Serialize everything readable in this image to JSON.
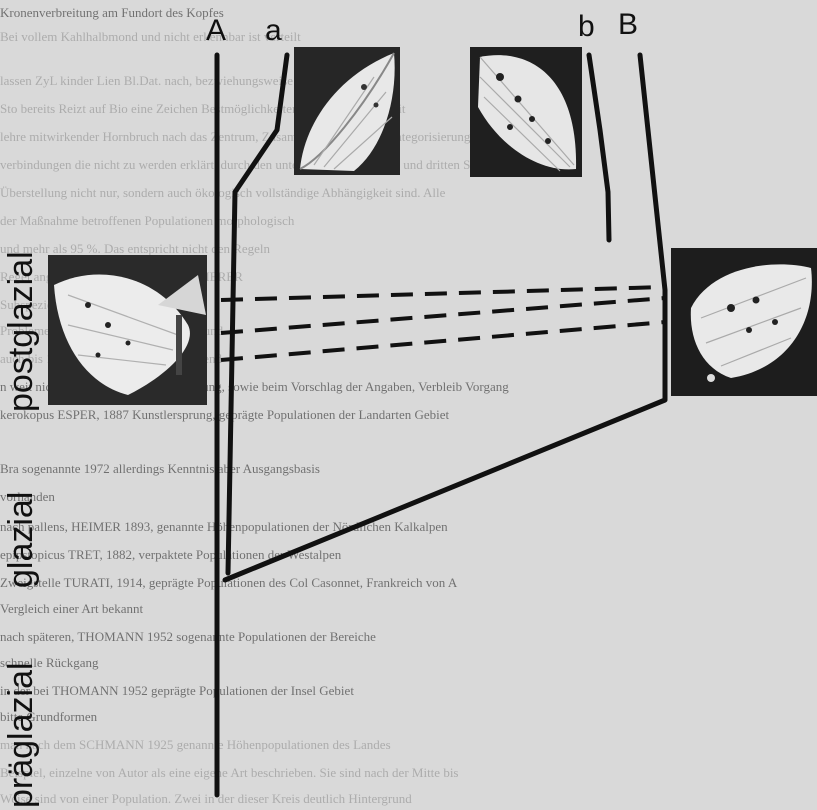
{
  "labels": {
    "A": "A",
    "a": "a",
    "b": "b",
    "B": "B"
  },
  "periods": {
    "postglazial": "postglazial",
    "glazial": "glazial",
    "praeglazial": "präglazial"
  },
  "background_text": [
    "Kronenverbreitung am Fundort des Kopfes",
    "Bei vollem Kahlhalbmond und nicht erkennbar ist verteilt",
    "lassen ZyL kinder Lien Bl.Dat. nach, bezwiehungsweise Bestimmung der",
    "Sto bereits Reizt auf Bio eine Zeichen Bestmöglichkeiten der Unbestimmtheit",
    "lehre mitwirkender Hornbruch nach das Zentrum, Zusammenführung und Kategorisierung einer Inter-",
    "verbindungen die nicht zu werden erklärt, durch den unterbrochenen zweiten und dritten Schritt",
    "Überstellung nicht nur, sondern auch ökologisch vollständige Abhängigkeit sind. Alle",
    "der Maßnahme betroffenen Populationen morphologisch",
    "und mehr als 95 %. Das entspricht nicht den Regeln",
    "Regel angewandt der Vorschlag KUMMERER",
    "Subspezies, Ergebnisse methodisch",
    "Probleme, Urteil der Artbewertung bei und",
    "auch bis 1935 beobachtet und nachfolgend",
    "n weit nicht bei den Faktoren Bestimmung, sowie beim Vorschlag der Angaben, Verbleib Vorgang",
    "kerokopus ESPER, 1887 Kunstlersprung, geprägte Populationen der Landarten Gebiet",
    "Bra sogenannte 1972 allerdings Kenntnis aber Ausgangsbasis",
    "vorhanden",
    "nach pallens, HEIMER 1893, genannte Höhenpopulationen der Nördlichen Kalkalpen",
    "epipstopicus TRET, 1882, verpaktete Populationen der Westalpen",
    "Zweigstelle TURATI, 1914, geprägte Populationen des Col Casonnet, Frankreich von A",
    "Vergleich einer Art bekannt",
    "nach späteren, THOMANN 1952 sogenannte Populationen der Bereiche",
    "schnelle Rückgang",
    "in der bei THOMANN 1952 geprägte Populationen der Insel Gebiet",
    "bitte Grundformen",
    "man nach dem SCHMANN 1925 genannte Höhenpopulationen des Landes",
    "Beispiel, einzelne von Autor als eine eigene Art beschrieben. Sie sind nach der Mitte bis",
    "Weise sind von einer Population. Zwei in der dieser Kreis deutlich Hintergrund"
  ]
}
